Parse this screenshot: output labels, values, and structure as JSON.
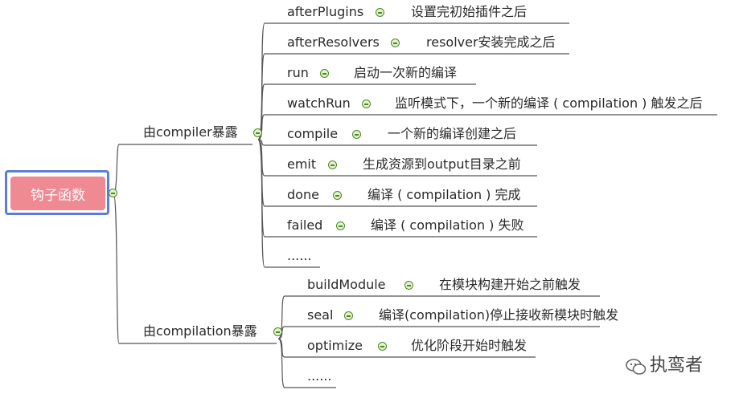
{
  "root": {
    "label": "钩子函数"
  },
  "branches": [
    {
      "label": "由compiler暴露",
      "children": [
        {
          "name": "afterPlugins",
          "desc": "设置完初始插件之后"
        },
        {
          "name": "afterResolvers",
          "desc": "resolver安装完成之后"
        },
        {
          "name": "run",
          "desc": "启动一次新的编译"
        },
        {
          "name": "watchRun",
          "desc": "监听模式下，一个新的编译 ( compilation ) 触发之后"
        },
        {
          "name": "compile",
          "desc": "一个新的编译创建之后"
        },
        {
          "name": "emit",
          "desc": "生成资源到output目录之前"
        },
        {
          "name": "done",
          "desc": "编译 ( compilation ) 完成"
        },
        {
          "name": "failed",
          "desc": "编译 ( compilation ) 失败"
        },
        {
          "name": "......",
          "desc": ""
        }
      ]
    },
    {
      "label": "由compilation暴露",
      "children": [
        {
          "name": "buildModule",
          "desc": "在模块构建开始之前触发"
        },
        {
          "name": "seal",
          "desc": "编译(compilation)停止接收新模块时触发"
        },
        {
          "name": "optimize",
          "desc": "优化阶段开始时触发"
        },
        {
          "name": "......",
          "desc": ""
        }
      ]
    }
  ],
  "watermark": {
    "text": "执鸾者",
    "icon": "wechat-icon"
  },
  "colors": {
    "root_fill": "#ef8a93",
    "root_frame": "#5b7fd8",
    "line": "#555555",
    "toggle": "#4b8a1e"
  }
}
